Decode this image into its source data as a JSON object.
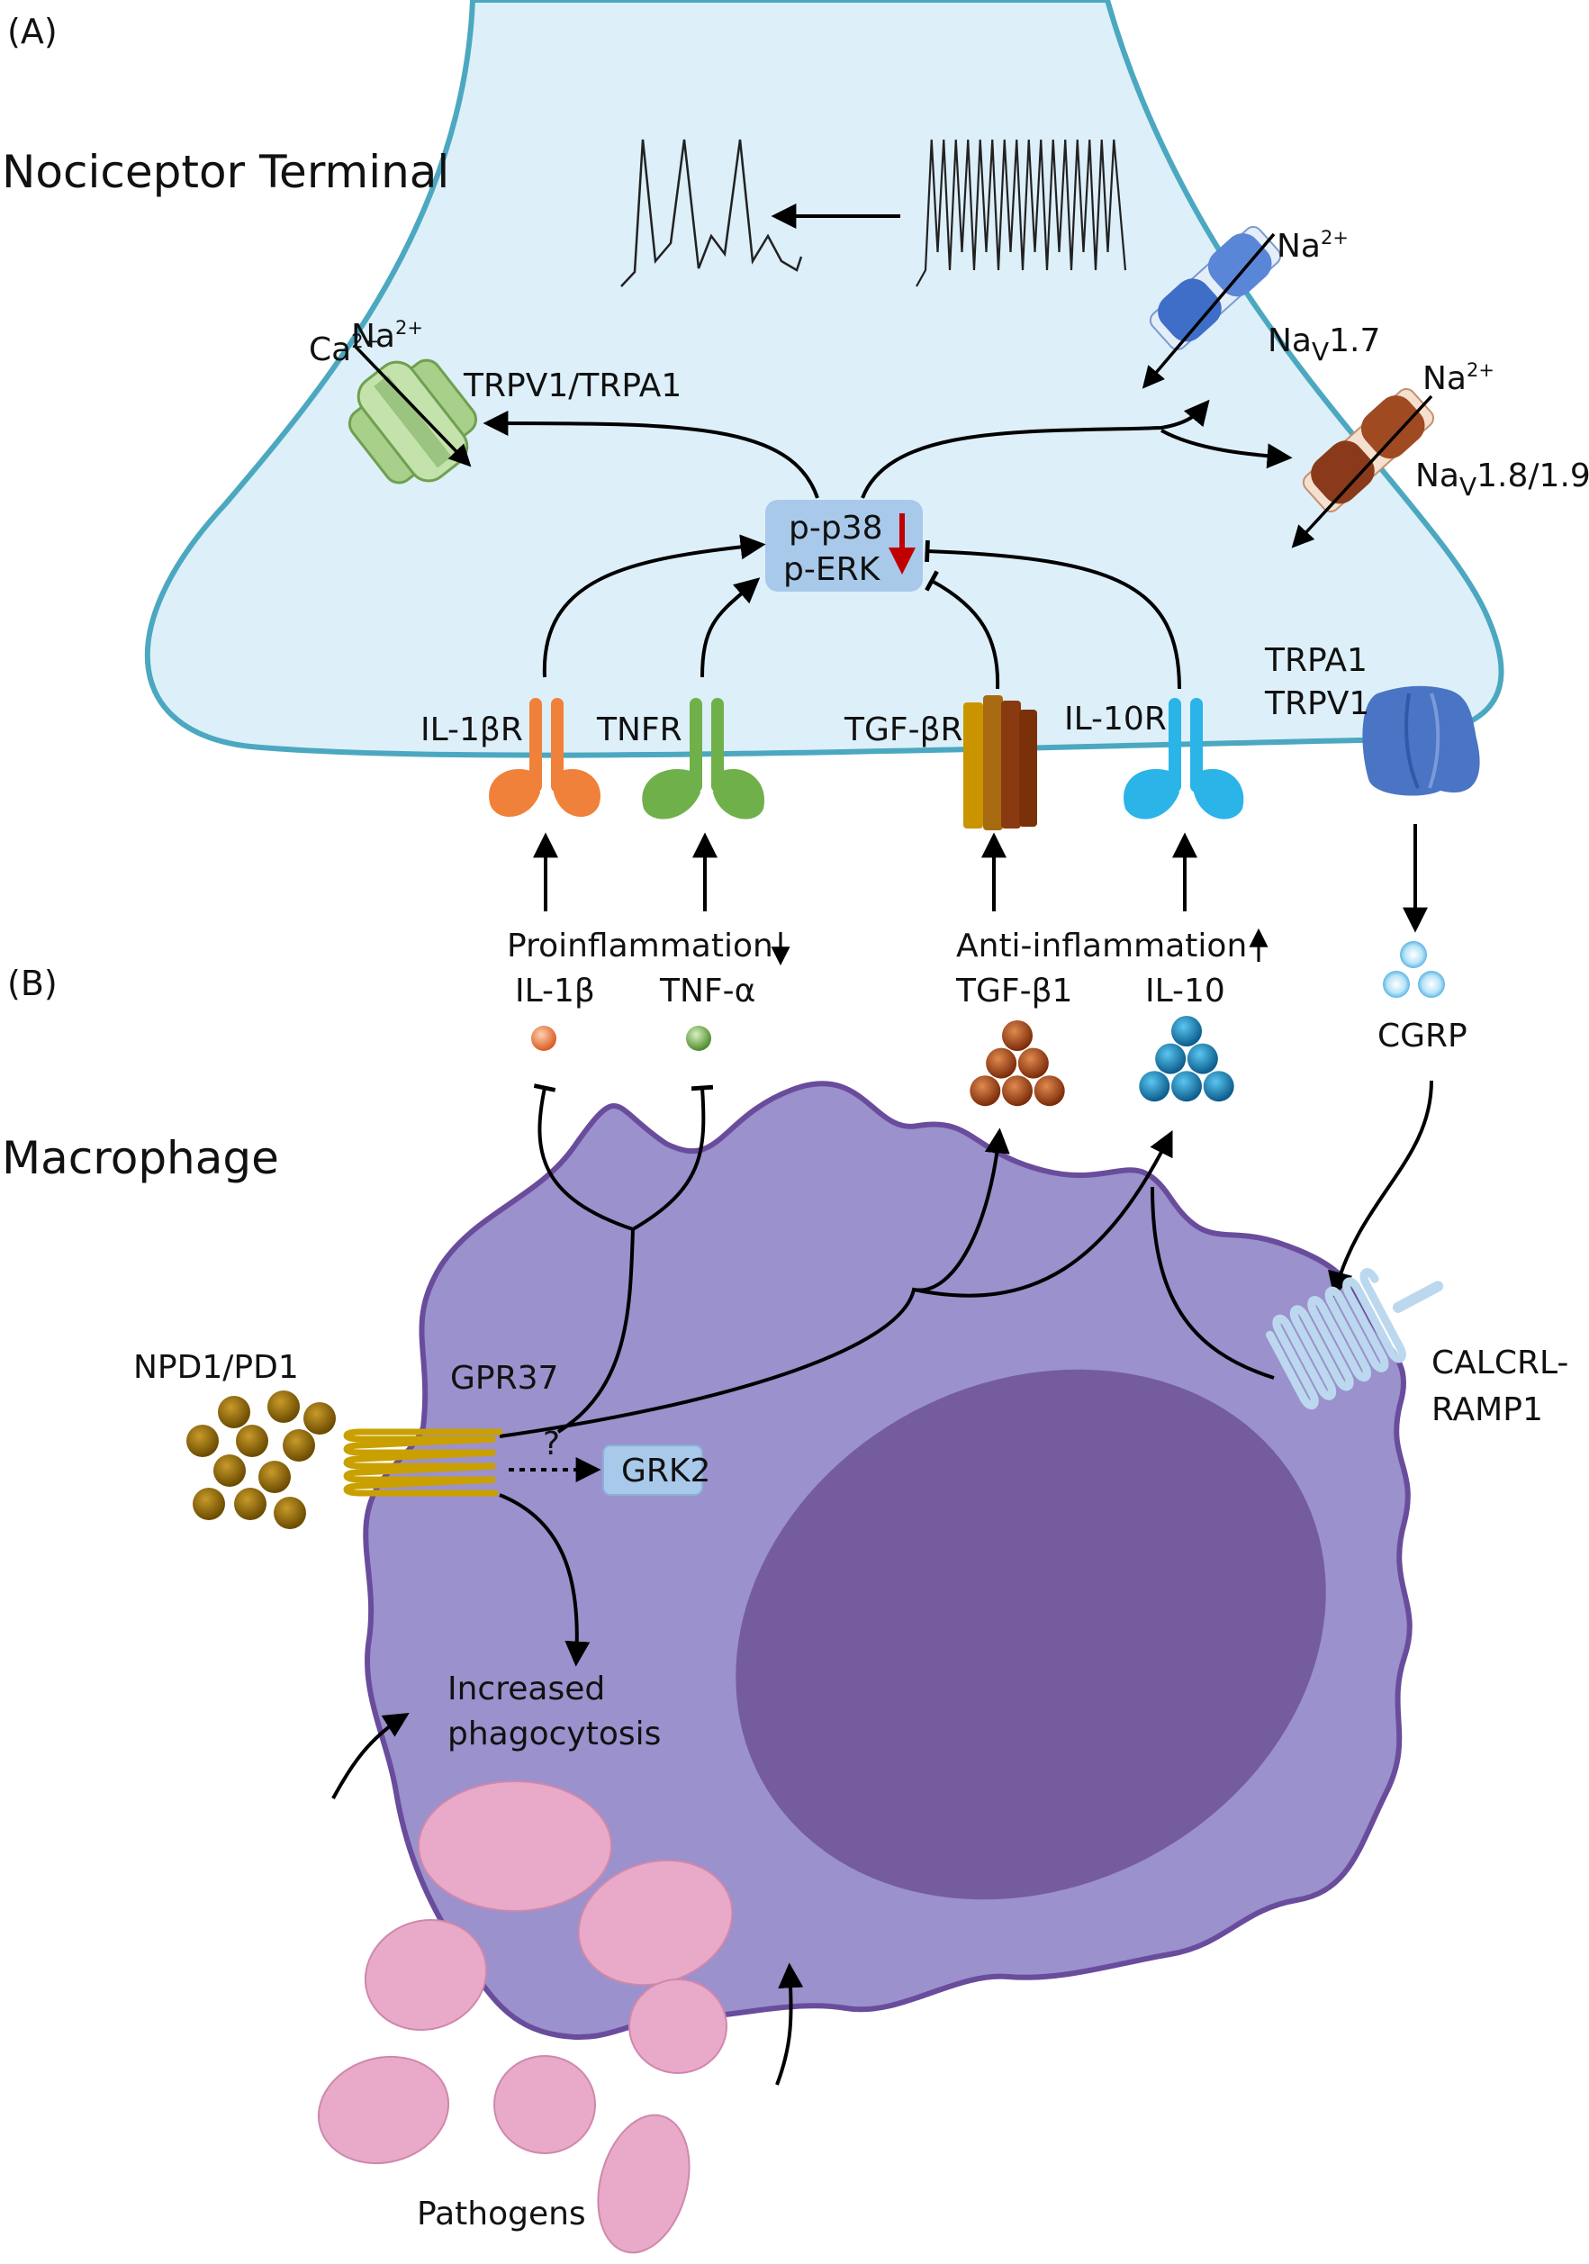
{
  "panels": {
    "a": "(A)",
    "b": "(B)"
  },
  "sections": {
    "nociceptor": "Nociceptor Terminal",
    "macrophage": "Macrophage"
  },
  "channels": {
    "trpv1_trpa1": {
      "label": "TRPV1/TRPA1",
      "ion_na": "Na",
      "ion_na_charge": "2+",
      "ion_ca": "Ca",
      "ion_ca_charge": "2+"
    },
    "nav17": {
      "prefix": "Na",
      "sub": "V",
      "suffix": "1.7",
      "ion": "Na",
      "ion_charge": "2+"
    },
    "nav1819": {
      "prefix": "Na",
      "sub": "V",
      "suffix": "1.8/1.9",
      "ion": "Na",
      "ion_charge": "2+"
    },
    "trpa1_trpv1": {
      "line1": "TRPA1",
      "line2": "TRPV1"
    }
  },
  "kinase_box": {
    "line1": "p-p38",
    "line2": "p-ERK"
  },
  "receptors": {
    "il1br": "IL-1βR",
    "tnfr": "TNFR",
    "tgfbr": "TGF-βR",
    "il10r": "IL-10R"
  },
  "cytokines": {
    "pro_label": "Proinflammation",
    "anti_label": "Anti-inflammation",
    "il1b": "IL-1β",
    "tnfa": "TNF-α",
    "tgfb1": "TGF-β1",
    "il10": "IL-10",
    "cgrp": "CGRP"
  },
  "macrophage": {
    "ligand": "NPD1/PD1",
    "gpr37": "GPR37",
    "question": "?",
    "grk2": "GRK2",
    "calcrl_1": "CALCRL-",
    "calcrl_2": "RAMP1",
    "phago_1": "Increased",
    "phago_2": "phagocytosis",
    "pathogens": "Pathogens"
  },
  "colors": {
    "neuron_fill": "#ddeff9",
    "neuron_stroke": "#4ba8c0",
    "macrophage_fill": "#9b91cc",
    "macrophage_stroke": "#6a4c9c",
    "nucleus": "#755c9f",
    "pathogen": "#e9aac9",
    "box": "#a8c9ea",
    "il1br": "#f0813a",
    "tnfr": "#70b04a",
    "il10r": "#2ab4e8",
    "tgfbr_1": "#c99400",
    "tgfbr_2": "#8a3a10",
    "gpr37": "#c9a000",
    "nav17": "#3f6ec8",
    "nav18": "#8a3a1a",
    "trpv1": "#a8d08a",
    "arrow_down_red": "#c00000"
  }
}
